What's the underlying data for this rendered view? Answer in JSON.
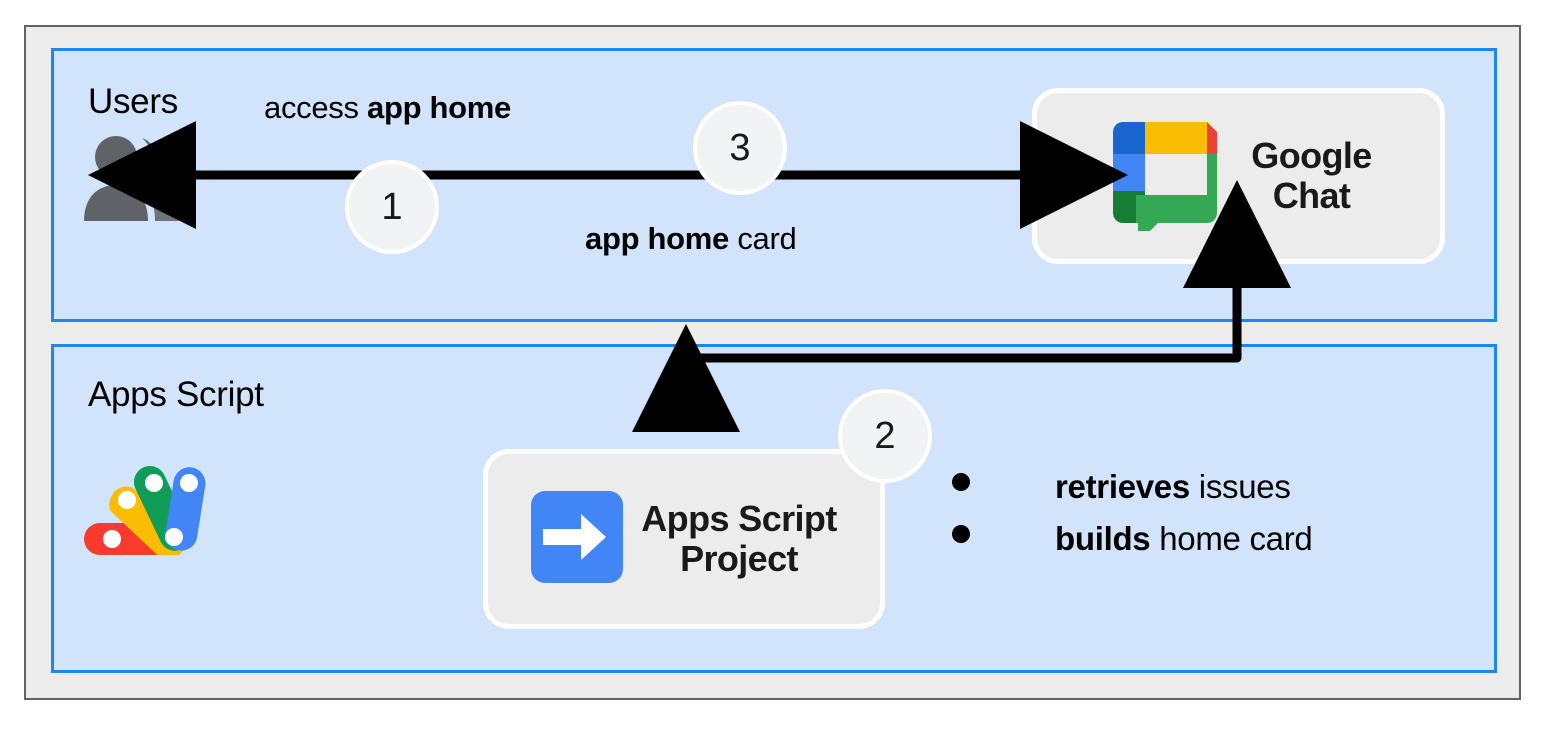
{
  "diagram": {
    "title": "Google Chat app home flow",
    "colors": {
      "lane_fill": "#d2e3fc",
      "lane_border": "#1a87f5",
      "frame_fill": "#ececec",
      "frame_border": "#636363",
      "card_fill": "#ececec",
      "badge_fill": "#f1f3f4",
      "arrow": "#000000",
      "people_icon": "#5f6368",
      "apps_script_blue": "#4285f4"
    }
  },
  "lanes": [
    {
      "id": "users",
      "title": "Users"
    },
    {
      "id": "apps_script",
      "title": "Apps Script"
    }
  ],
  "nodes": {
    "google_chat": {
      "label": "Google\nChat",
      "icon": "google-chat-logo"
    },
    "apps_script_project": {
      "label": "Apps Script\nProject",
      "icon": "apps-script-project-icon"
    },
    "users": {
      "icon": "people-icon"
    },
    "apps_script_brand": {
      "icon": "apps-script-logo"
    }
  },
  "edges": [
    {
      "id": "access",
      "step": "3",
      "label_plain": "access ",
      "label_bold": "app home",
      "direction": "users-to-chat"
    },
    {
      "id": "home_card",
      "step": "1",
      "label_bold": "app home",
      "label_plain": " card",
      "direction": "chat-to-users"
    }
  ],
  "badges": {
    "one": "1",
    "two": "2",
    "three": "3"
  },
  "bullets": [
    {
      "bold": "retrieves",
      "rest": " issues"
    },
    {
      "bold": "builds",
      "rest": " home card"
    }
  ]
}
